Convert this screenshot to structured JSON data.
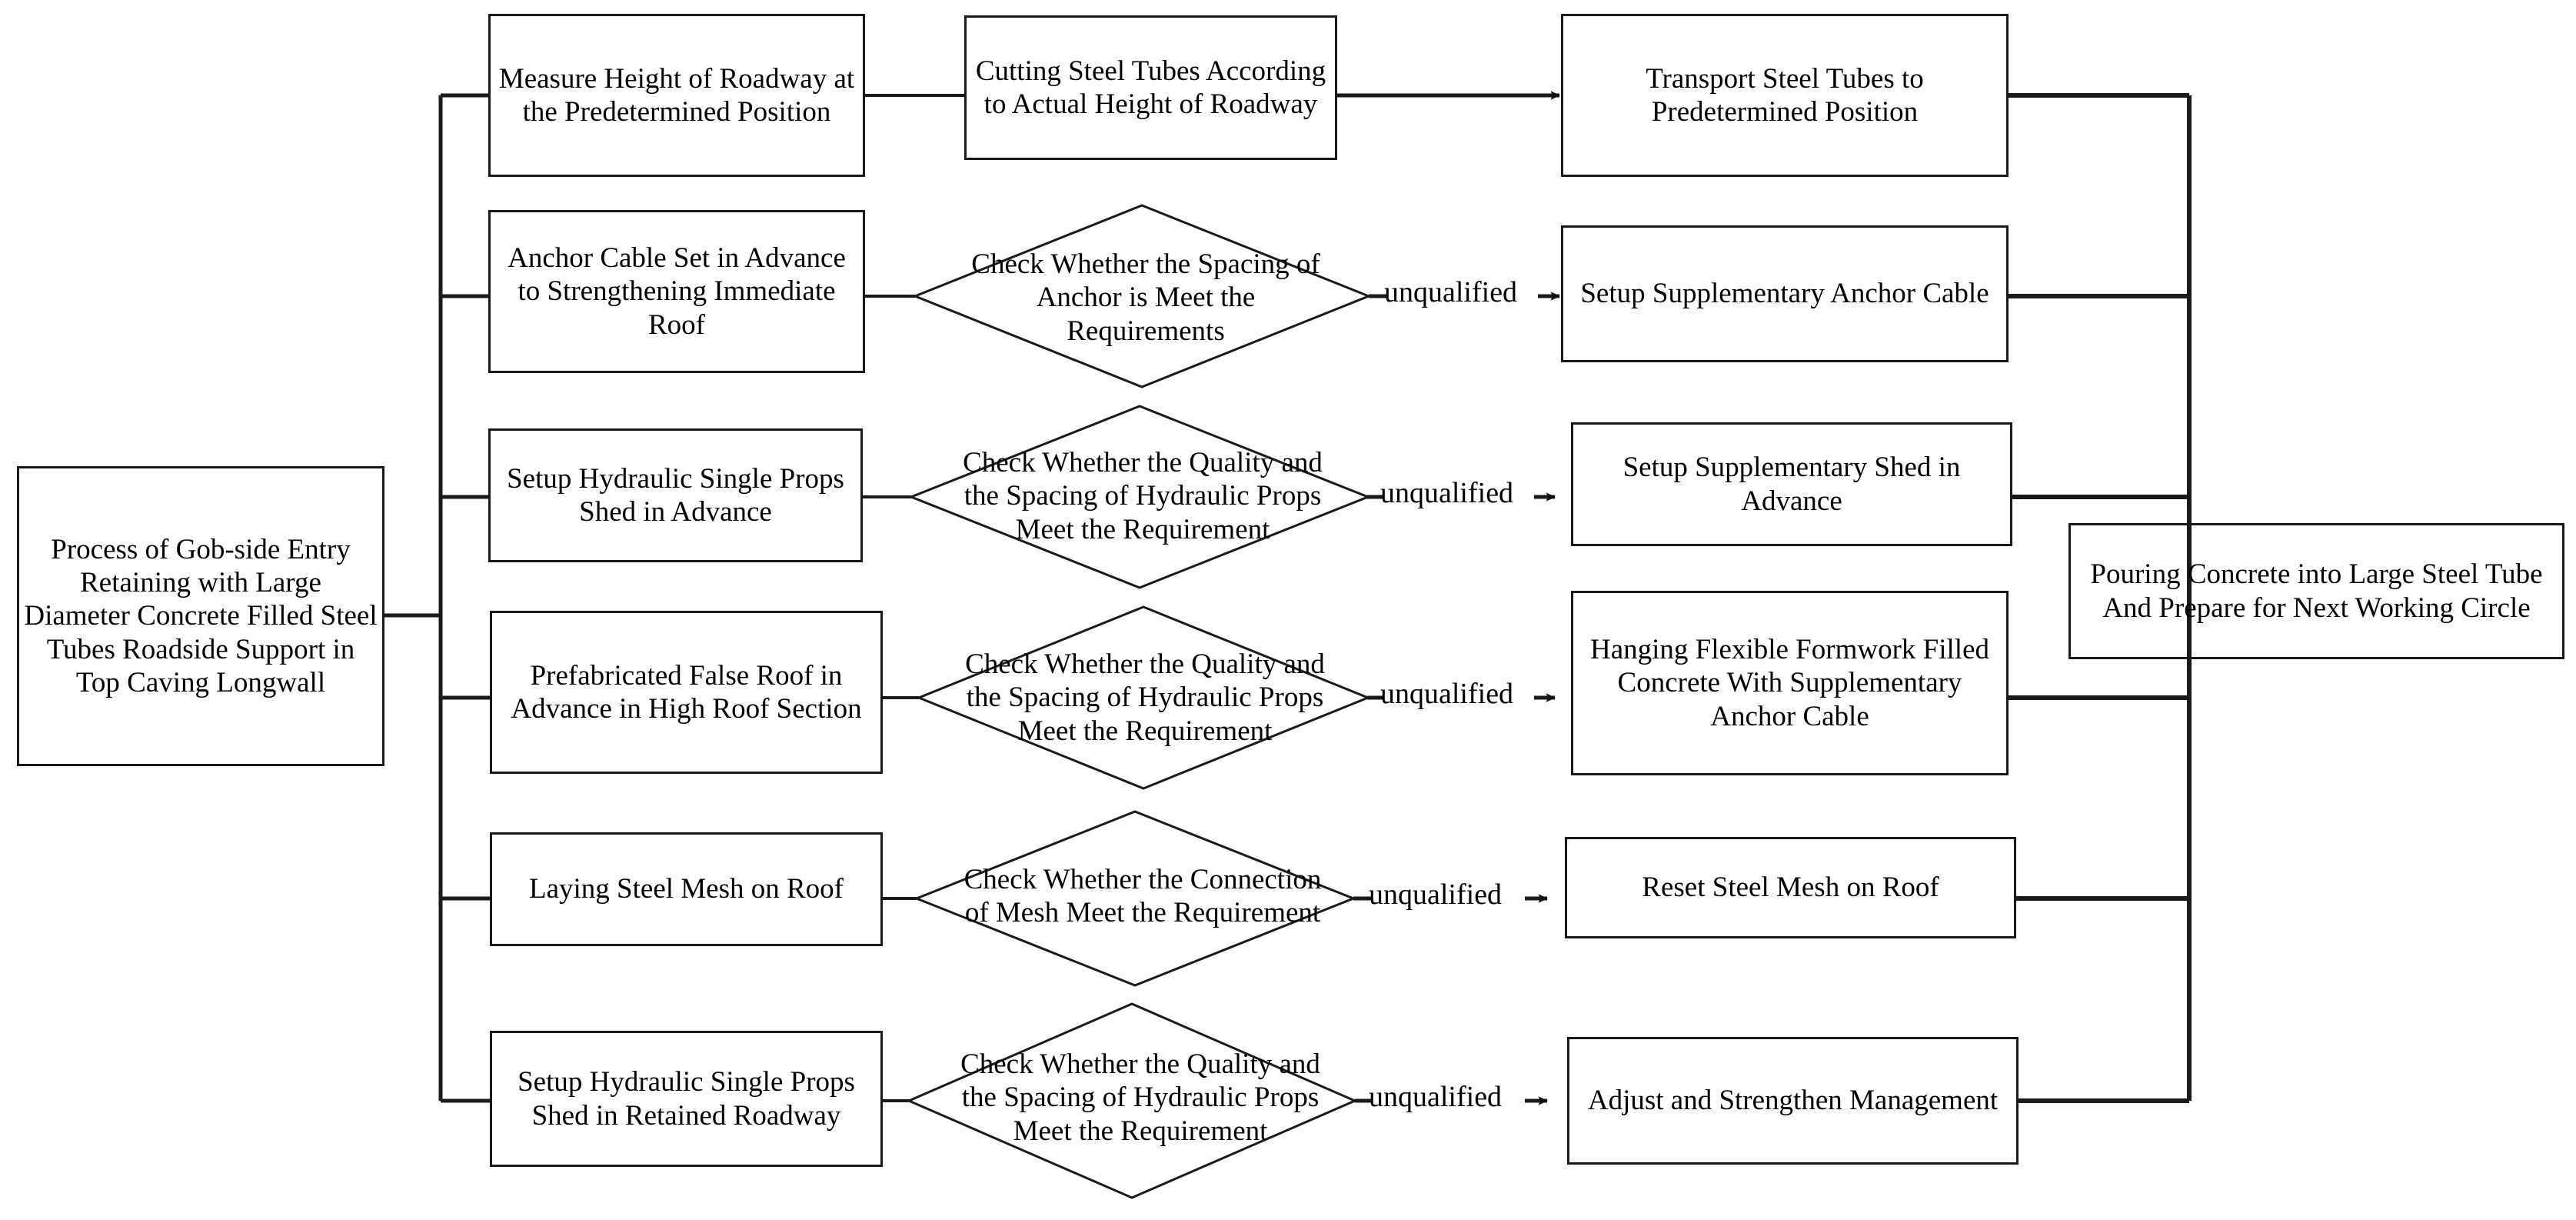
{
  "diagram": {
    "title": "Process of Gob-side Entry Retaining Flowchart",
    "line_color": "#1a1a1a",
    "text_color": "#000000",
    "background": "#ffffff"
  },
  "root": {
    "label": "Process of Gob-side Entry Retaining with Large Diameter Concrete Filled Steel Tubes Roadside Support in Top Caving Longwall"
  },
  "stage1": [
    {
      "label": "Measure Height of Roadway at the Predetermined Position"
    },
    {
      "label": "Anchor Cable Set in Advance to Strengthening Immediate Roof"
    },
    {
      "label": "Setup Hydraulic Single Props Shed in Advance"
    },
    {
      "label": "Prefabricated False Roof in Advance in High Roof Section"
    },
    {
      "label": "Laying Steel Mesh on Roof"
    },
    {
      "label": "Setup Hydraulic Single Props Shed in Retained Roadway"
    }
  ],
  "stage2": [
    {
      "shape": "box",
      "label": "Cutting Steel Tubes According to Actual Height of Roadway"
    },
    {
      "shape": "diamond",
      "label": "Check Whether the Spacing of Anchor  is Meet the Requirements"
    },
    {
      "shape": "diamond",
      "label": "Check Whether the Quality and the Spacing of Hydraulic Props Meet the Requirement"
    },
    {
      "shape": "diamond",
      "label": "Check Whether the Quality and the Spacing of Hydraulic Props Meet the Requirement"
    },
    {
      "shape": "diamond",
      "label": "Check Whether the Connection of Mesh Meet the Requirement"
    },
    {
      "shape": "diamond",
      "label": "Check Whether the Quality and the Spacing of Hydraulic Props Meet the Requirement"
    }
  ],
  "stage3": [
    {
      "label": "Transport Steel Tubes to Predetermined Position"
    },
    {
      "label": "Setup Supplementary Anchor Cable"
    },
    {
      "label": "Setup Supplementary Shed in Advance"
    },
    {
      "label": "Hanging Flexible Formwork Filled Concrete With Supplementary Anchor Cable"
    },
    {
      "label": "Reset Steel Mesh on Roof"
    },
    {
      "label": "Adjust and Strengthen Management"
    }
  ],
  "final": {
    "label": "Pouring Concrete into Large Steel Tube And Prepare for Next Working Circle"
  },
  "edge_labels": {
    "unqualified": "unqualified"
  },
  "edge_label_rows": [
    {
      "text": "unqualified"
    },
    {
      "text": "unqualified"
    },
    {
      "text": "unqualified"
    },
    {
      "text": "unqualified"
    },
    {
      "text": "unqualified"
    }
  ]
}
